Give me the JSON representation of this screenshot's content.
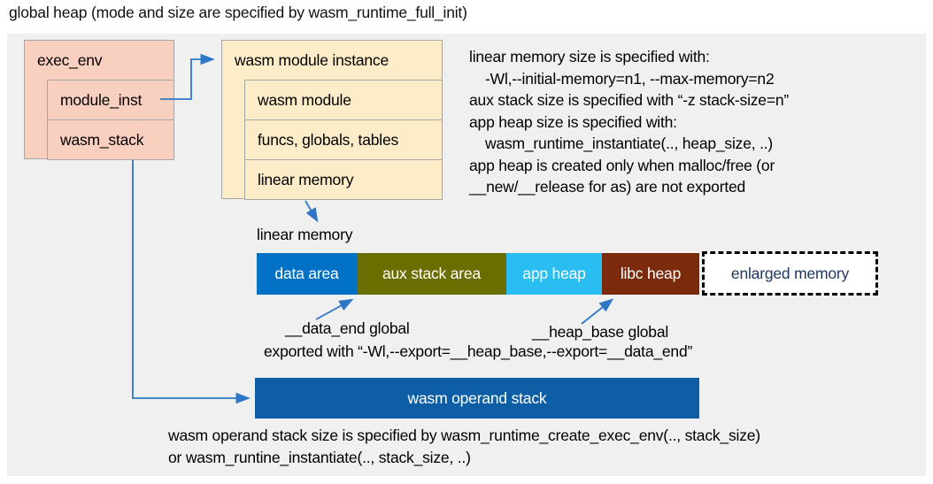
{
  "title": "global heap (mode and size are specified by wasm_runtime_full_init)",
  "exec_env": {
    "label": "exec_env",
    "children": [
      "module_inst",
      "wasm_stack"
    ]
  },
  "module_instance": {
    "label": "wasm module instance",
    "children": [
      "wasm module",
      "funcs, globals, tables",
      "linear memory"
    ]
  },
  "notes": {
    "lines": [
      "linear memory size is specified with:",
      "-Wl,--initial-memory=n1, --max-memory=n2",
      "aux stack size is specified with “-z stack-size=n”",
      "app heap size is specified with:",
      "wasm_runtime_instantiate(.., heap_size, ..)",
      "app heap is created only when malloc/free (or",
      "__new/__release for as) are not exported"
    ]
  },
  "linear_memory": {
    "label": "linear memory",
    "segments": [
      {
        "label": "data area",
        "color": "#0071c5"
      },
      {
        "label": "aux stack area",
        "color": "#6a6e00"
      },
      {
        "label": "app heap",
        "color": "#29bdf2"
      },
      {
        "label": "libc heap",
        "color": "#7b2a0c"
      },
      {
        "label": "enlarged memory",
        "color": "#ffffff"
      }
    ],
    "data_end_label": "__data_end global",
    "heap_base_label": "__heap_base global",
    "export_note": "exported with “-Wl,--export=__heap_base,--export=__data_end”"
  },
  "operand_stack": {
    "label": "wasm operand stack",
    "note_line1": "wasm operand stack size is specified by wasm_runtime_create_exec_env(.., stack_size)",
    "note_line2": "or wasm_runtine_instantiate(.., stack_size, ..)"
  },
  "colors": {
    "panel_background": "#f0f0f0",
    "exec_env_box": "#f9cfc0",
    "module_instance_box": "#fcedc8",
    "box_border": "#a6a6a6",
    "arrow": "#2e77c6",
    "operand_stack_bar": "#0e5ea6",
    "enlarged_memory_text": "#1f3864"
  }
}
